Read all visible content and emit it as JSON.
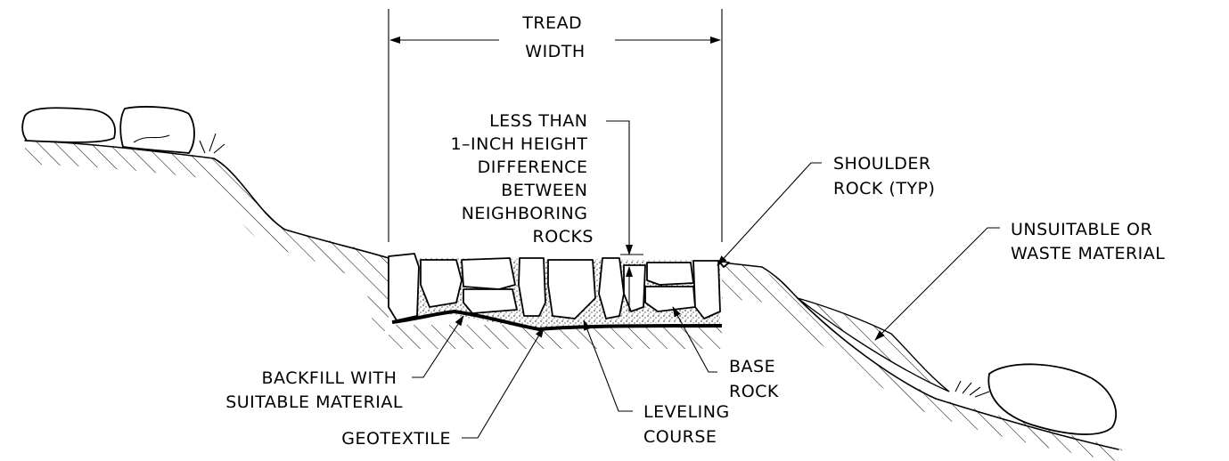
{
  "labels": {
    "tread_width": [
      "TREAD",
      "WIDTH"
    ],
    "height_note": [
      "LESS THAN",
      "1–INCH HEIGHT",
      "DIFFERENCE",
      "BETWEEN",
      "NEIGHBORING",
      "ROCKS"
    ],
    "shoulder_rock": [
      "SHOULDER",
      "ROCK (TYP)"
    ],
    "unsuitable": [
      "UNSUITABLE OR",
      "WASTE MATERIAL"
    ],
    "backfill": [
      "BACKFILL WITH",
      "SUITABLE MATERIAL"
    ],
    "base_rock": [
      "BASE",
      "ROCK"
    ],
    "leveling": [
      "LEVELING",
      "COURSE"
    ],
    "geotextile": [
      "GEOTEXTILE"
    ]
  }
}
